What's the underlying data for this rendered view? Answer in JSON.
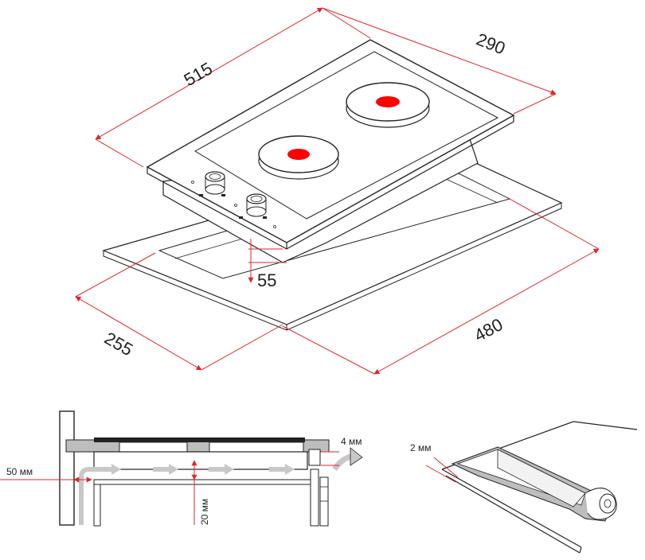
{
  "dimensions": {
    "width_top": "515",
    "depth_top": "290",
    "height": "55",
    "cutout_depth": "255",
    "cutout_width": "480"
  },
  "installation": {
    "gap_side": "50 мм",
    "gap_bottom": "20 мм",
    "gap_rear": "4 мм",
    "seal_thickness": "2 мм"
  },
  "colors": {
    "dimension_line": "#e0262b",
    "burner_center": "#ff0000",
    "airflow_arrow": "#c8c8c8"
  }
}
